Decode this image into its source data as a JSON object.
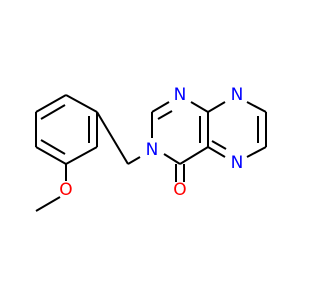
{
  "molecule": {
    "atoms": [
      {
        "id": "n1",
        "element": "N",
        "label": "N",
        "color": "#0000FF"
      },
      {
        "id": "n2",
        "element": "N",
        "label": "N",
        "color": "#0000FF"
      },
      {
        "id": "n3",
        "element": "N",
        "label": "N",
        "color": "#0000FF"
      },
      {
        "id": "n4",
        "element": "N",
        "label": "N",
        "color": "#0000FF"
      },
      {
        "id": "o1",
        "element": "O",
        "label": "O",
        "color": "#FF0000"
      },
      {
        "id": "o2",
        "element": "O",
        "label": "O",
        "color": "#FF0000"
      }
    ],
    "bond_color": "#000000"
  }
}
